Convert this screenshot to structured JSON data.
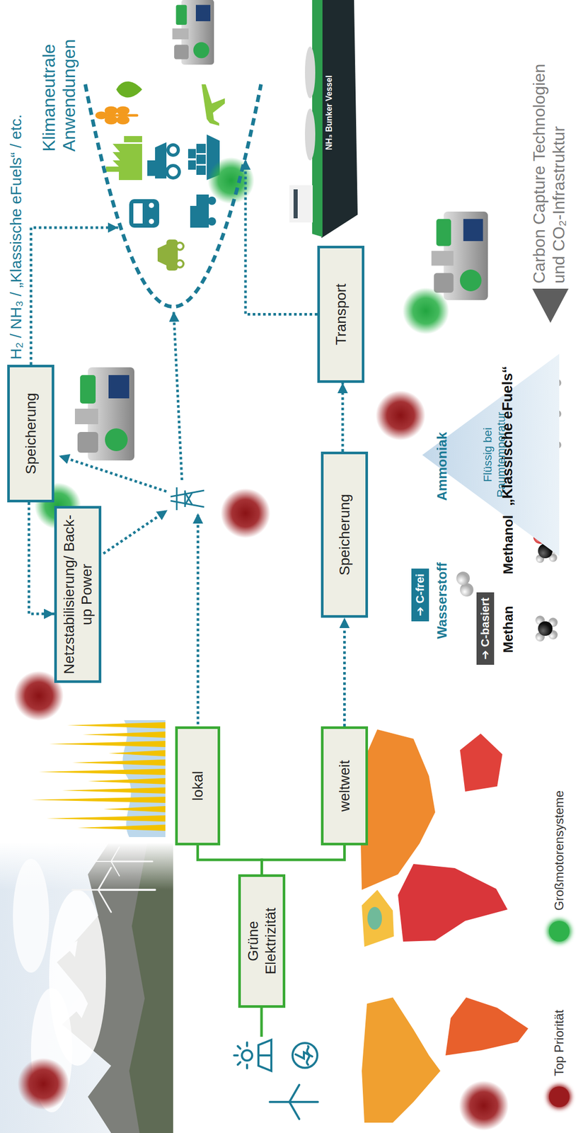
{
  "diagram": {
    "nodes": [
      {
        "text": [
          "Grüne Elektrizität"
        ]
      },
      {
        "text": [
          "lokal"
        ]
      },
      {
        "text": [
          "weltweit"
        ]
      },
      {
        "text": [
          "Netzstabilisierung/ Back-up Power"
        ]
      },
      {
        "text": [
          "Speicherung"
        ]
      },
      {
        "text": [
          "Speicherung"
        ]
      },
      {
        "text": [
          "Transport"
        ]
      },
      {
        "text": [
          "Klimaneutrale Anwendungen"
        ]
      },
      {
        "text": [
          "➔ C-frei"
        ]
      },
      {
        "text": [
          "Flüssig bei Raumtemperatur"
        ]
      },
      {
        "text": [
          "➔ C-basiert"
        ]
      }
    ],
    "edges": [
      {
        "from": 0,
        "to": 1,
        "arrow": "none"
      },
      {
        "from": 0,
        "to": 2,
        "arrow": "none"
      },
      {
        "from": 4,
        "to": 3,
        "arrow": "to"
      },
      {
        "from": 4,
        "to": 7,
        "arrow": "to",
        "label": "H₂ / NH₃ / „Klassische eFuels“ / etc."
      },
      {
        "from": 2,
        "to": 5,
        "arrow": "to"
      },
      {
        "from": 5,
        "to": 6,
        "arrow": "to"
      },
      {
        "from": 6,
        "to": 7,
        "arrow": "to"
      }
    ],
    "labels": [
      "Wasserstoff",
      "Ammoniak",
      "Methan",
      "Methanol",
      "„Klassische eFuels“",
      "NH₃ Bunker Vessel",
      "Carbon Capture Technologien und CO₂-Infrastruktur"
    ],
    "legend": [
      {
        "text": "Top Priorität",
        "color": "#9b1b1e"
      },
      {
        "text": "Großmotorensysteme",
        "color": "#2fb24b"
      }
    ]
  }
}
